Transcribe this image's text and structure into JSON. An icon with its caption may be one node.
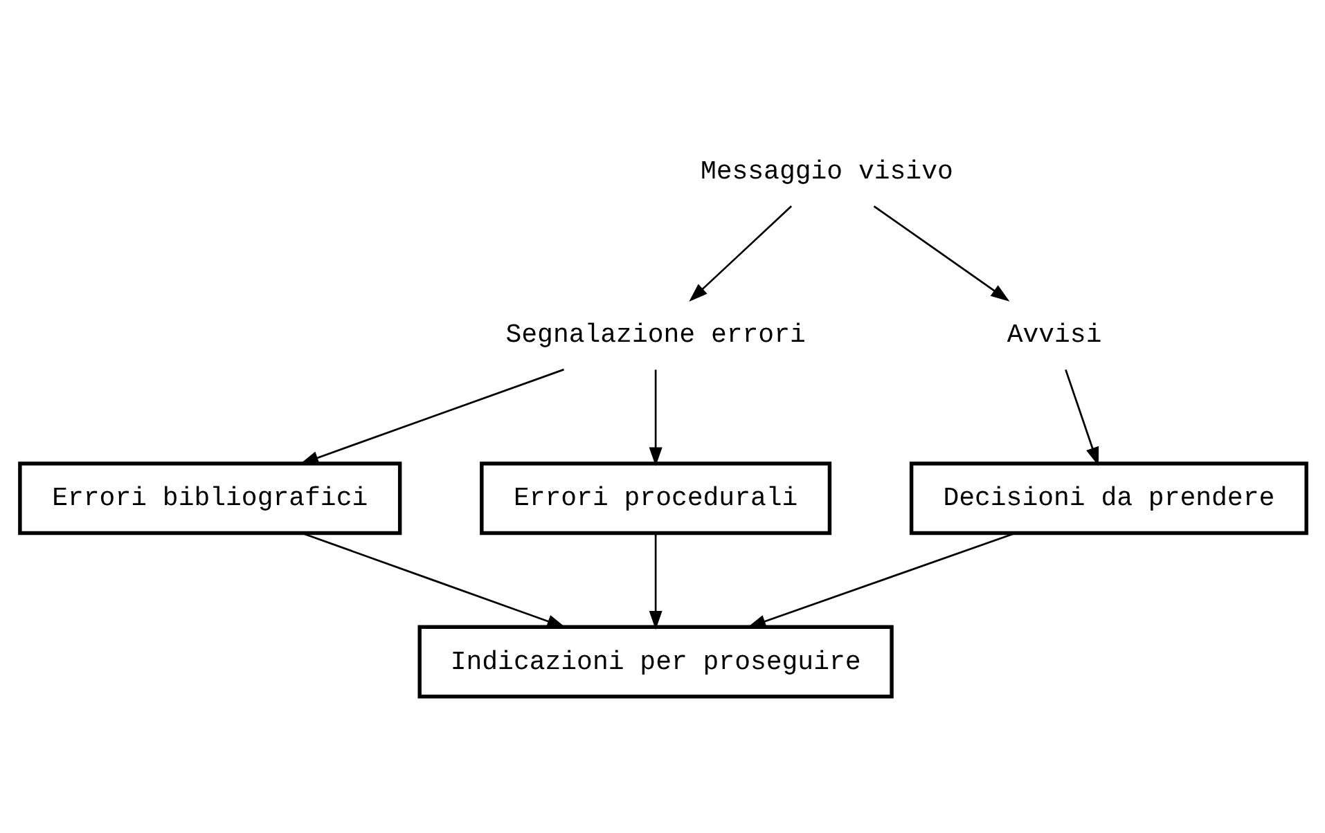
{
  "diagram": {
    "nodes": [
      {
        "text": [
          "Messaggio visivo"
        ]
      },
      {
        "text": [
          "Segnalazione errori"
        ]
      },
      {
        "text": [
          "Avvisi"
        ]
      },
      {
        "text": [
          "Errori bibliografici"
        ]
      },
      {
        "text": [
          "Errori procedurali"
        ]
      },
      {
        "text": [
          "Decisioni da prendere"
        ]
      },
      {
        "text": [
          "Indicazioni per proseguire"
        ]
      }
    ],
    "edges": [
      {
        "from": 0,
        "to": 1,
        "arrow": "to"
      },
      {
        "from": 0,
        "to": 2,
        "arrow": "to"
      },
      {
        "from": 1,
        "to": 3,
        "arrow": "to"
      },
      {
        "from": 1,
        "to": 4,
        "arrow": "to"
      },
      {
        "from": 2,
        "to": 5,
        "arrow": "to"
      },
      {
        "from": 3,
        "to": 6,
        "arrow": "to"
      },
      {
        "from": 4,
        "to": 6,
        "arrow": "to"
      },
      {
        "from": 5,
        "to": 6,
        "arrow": "to"
      }
    ]
  }
}
